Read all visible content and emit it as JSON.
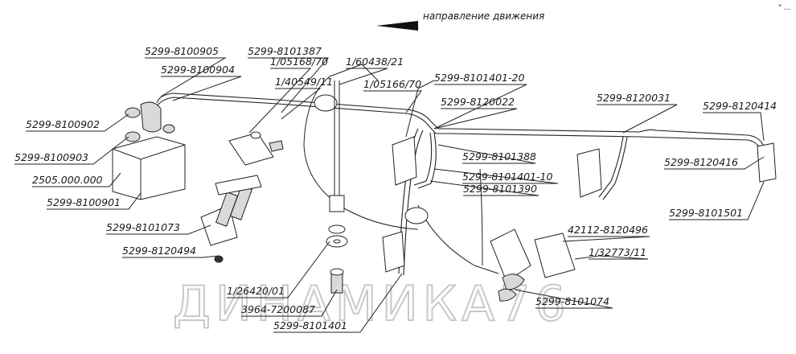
{
  "direction_label": "направление движения",
  "watermark": "ДИНАМИКА76",
  "corner_mark": "\" ...",
  "labels": [
    "5299-8100905",
    "5299-8101387",
    "1/05168/70",
    "1/60438/21",
    "5299-8100904",
    "1/40549/11",
    "1/05166/70",
    "5299-8101401-20",
    "5299-8120022",
    "5299-8120031",
    "5299-8120414",
    "5299-8100902",
    "5299-8101388",
    "5299-8100903",
    "5299-8101401-10",
    "5299-8120416",
    "2505.000.000",
    "5299-8101390",
    "5299-8100901",
    "5299-8101501",
    "42112-8120496",
    "5299-8101073",
    "1/32773/11",
    "5299-8120494",
    "1/26420/01",
    "5299-8101074",
    "3964-7200087",
    "5299-8101401"
  ]
}
